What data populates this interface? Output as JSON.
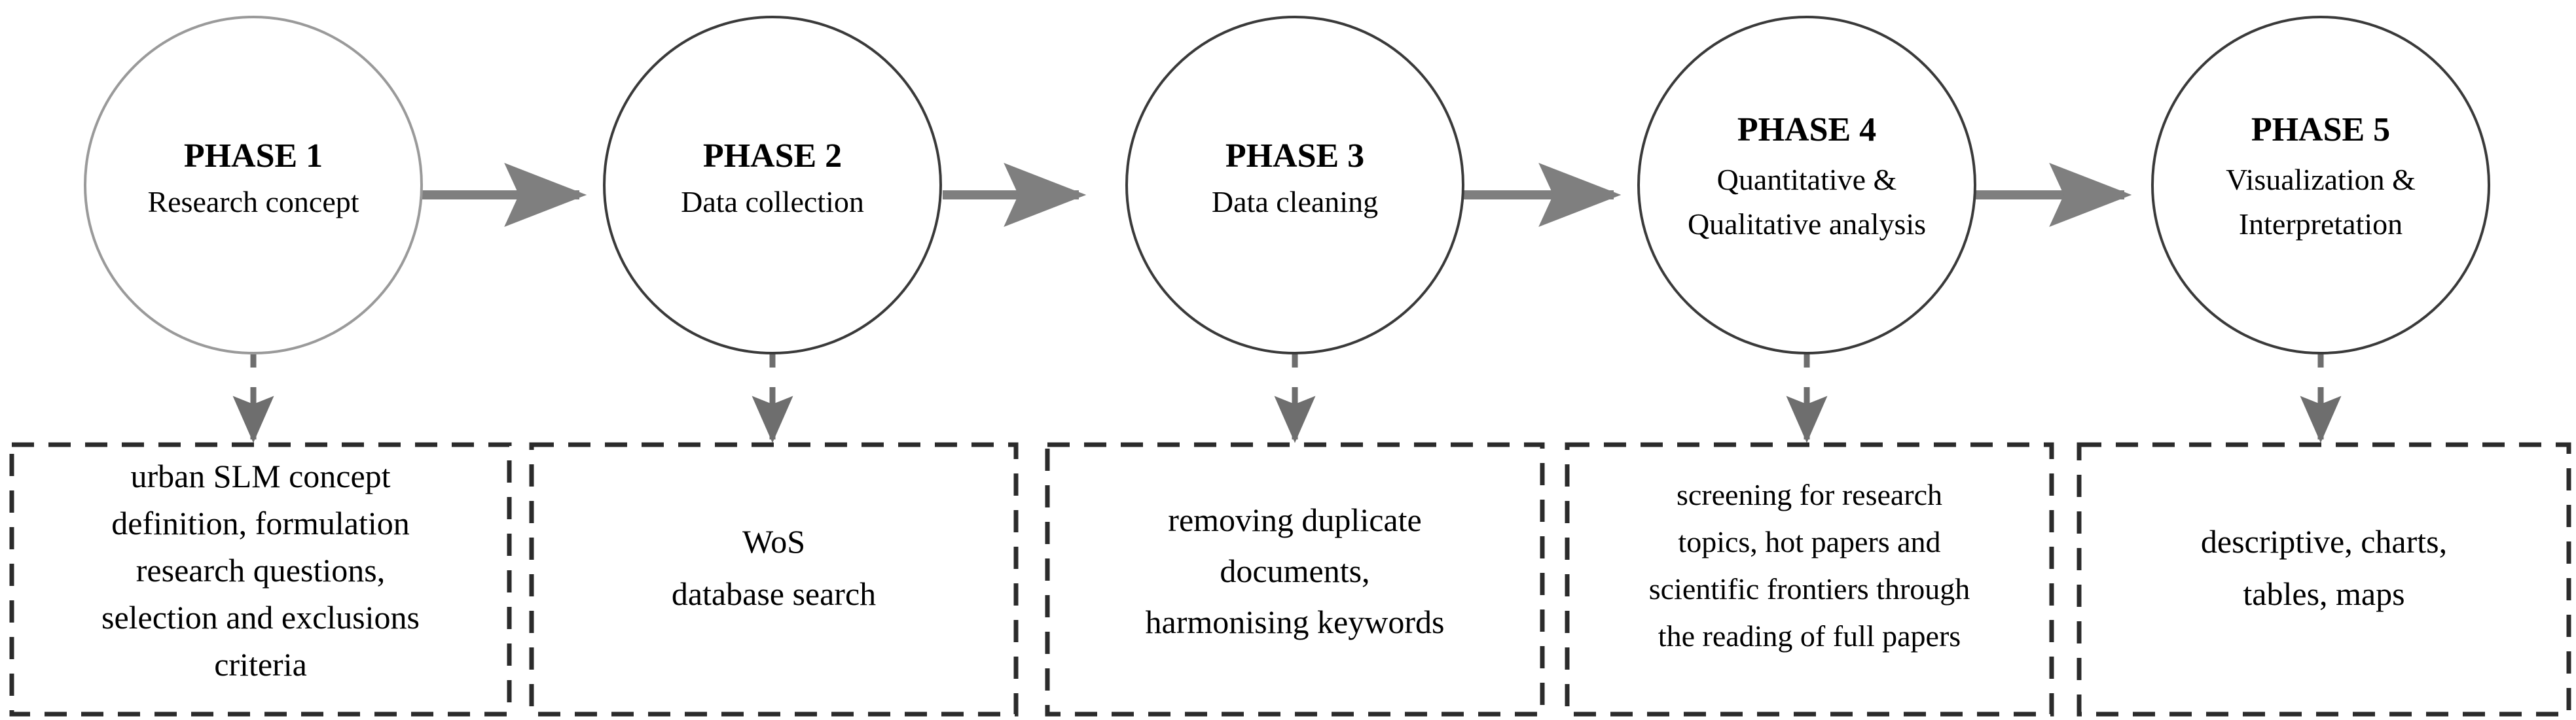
{
  "diagram": {
    "title": "Research methodology phases flowchart",
    "colors": {
      "circle_stroke_light": "#9a9a9a",
      "circle_stroke_dark": "#3a3a3a",
      "arrow": "#7f7f7f",
      "dashed_connector": "#6e6e6e",
      "box_border": "#2b2b2b",
      "text": "#000000",
      "background": "#ffffff"
    },
    "phases": [
      {
        "id": "phase-1",
        "title": "PHASE 1",
        "subtitle_lines": [
          "Research concept"
        ],
        "box_lines": [
          "urban SLM concept",
          "definition, formulation",
          "research questions,",
          "selection and exclusions",
          "criteria"
        ]
      },
      {
        "id": "phase-2",
        "title": "PHASE 2",
        "subtitle_lines": [
          "Data collection"
        ],
        "box_lines": [
          "WoS",
          "database search"
        ]
      },
      {
        "id": "phase-3",
        "title": "PHASE 3",
        "subtitle_lines": [
          "Data cleaning"
        ],
        "box_lines": [
          "removing duplicate",
          "documents,",
          "harmonising keywords"
        ]
      },
      {
        "id": "phase-4",
        "title": "PHASE 4",
        "subtitle_lines": [
          "Quantitative &",
          "Qualitative analysis"
        ],
        "box_lines": [
          "screening for research",
          "topics, hot papers and",
          "scientific frontiers through",
          "the reading of full papers"
        ]
      },
      {
        "id": "phase-5",
        "title": "PHASE 5",
        "subtitle_lines": [
          "Visualization &",
          "Interpretation"
        ],
        "box_lines": [
          "descriptive, charts,",
          "tables, maps"
        ]
      }
    ],
    "connectors": {
      "between_phases": "arrow-right-icon",
      "phase_to_box": "dashed-arrow-down-icon"
    }
  }
}
